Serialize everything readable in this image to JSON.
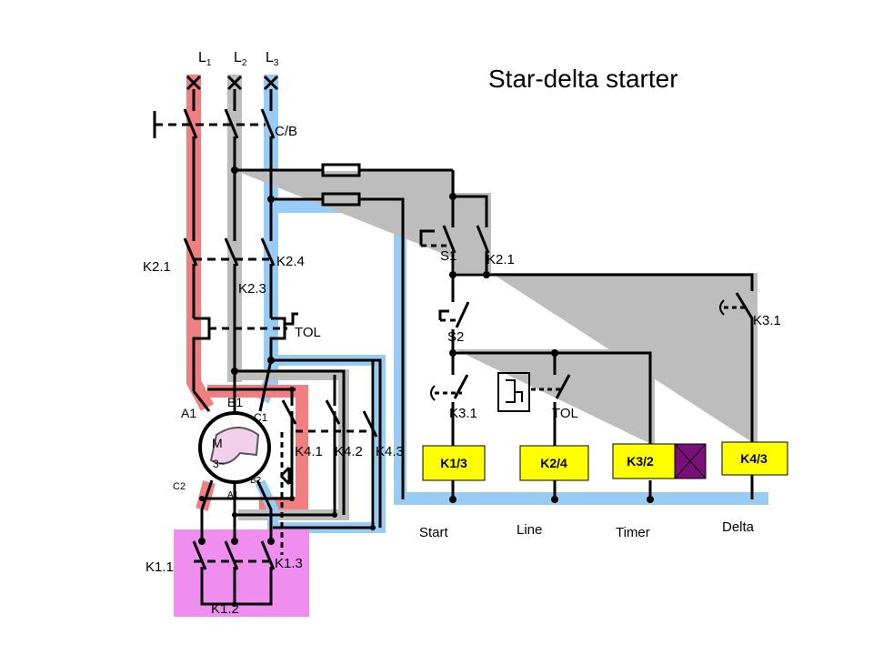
{
  "title": "Star-delta starter",
  "supply": {
    "phase_letter": "L",
    "phases": [
      "1",
      "2",
      "3"
    ]
  },
  "labels": {
    "circuit_breaker": "C/B",
    "k2_1_power": "K2.1",
    "k2_4": "K2.4",
    "k2_3": "K2.3",
    "tol_power": "TOL",
    "a1_left": "A1",
    "b1_top": "B1",
    "c1": "C1",
    "c2": "C2",
    "a1_bottom": "A1",
    "b2": "B2",
    "motor_m": "M",
    "motor_phase": "3~",
    "k4_1": "K4.1",
    "k4_2": "K4.2",
    "k4_3": "K4.3",
    "k1_1": "K1.1",
    "k1_2": "K1.2",
    "k1_3": "K1.3",
    "s1": "S1",
    "k2_1_control": "K2.1",
    "s2": "S2",
    "k3_1_left": "K3.1",
    "tol_control": "TOL",
    "k3_1_right": "K3.1"
  },
  "coils": [
    "K1/3",
    "K2/4",
    "K3/2",
    "K4/3"
  ],
  "coil_captions": [
    "Start",
    "Line",
    "Timer",
    "Delta"
  ],
  "colors": {
    "phase_l1": "#f08080",
    "phase_l2": "#bdbdbd",
    "phase_l3": "#99ccf5",
    "star_contactor": "#f08ef0",
    "control_wire": "#bdbdbd",
    "coil_fill": "#ffff00",
    "timer_block": "#7a0f7a"
  }
}
